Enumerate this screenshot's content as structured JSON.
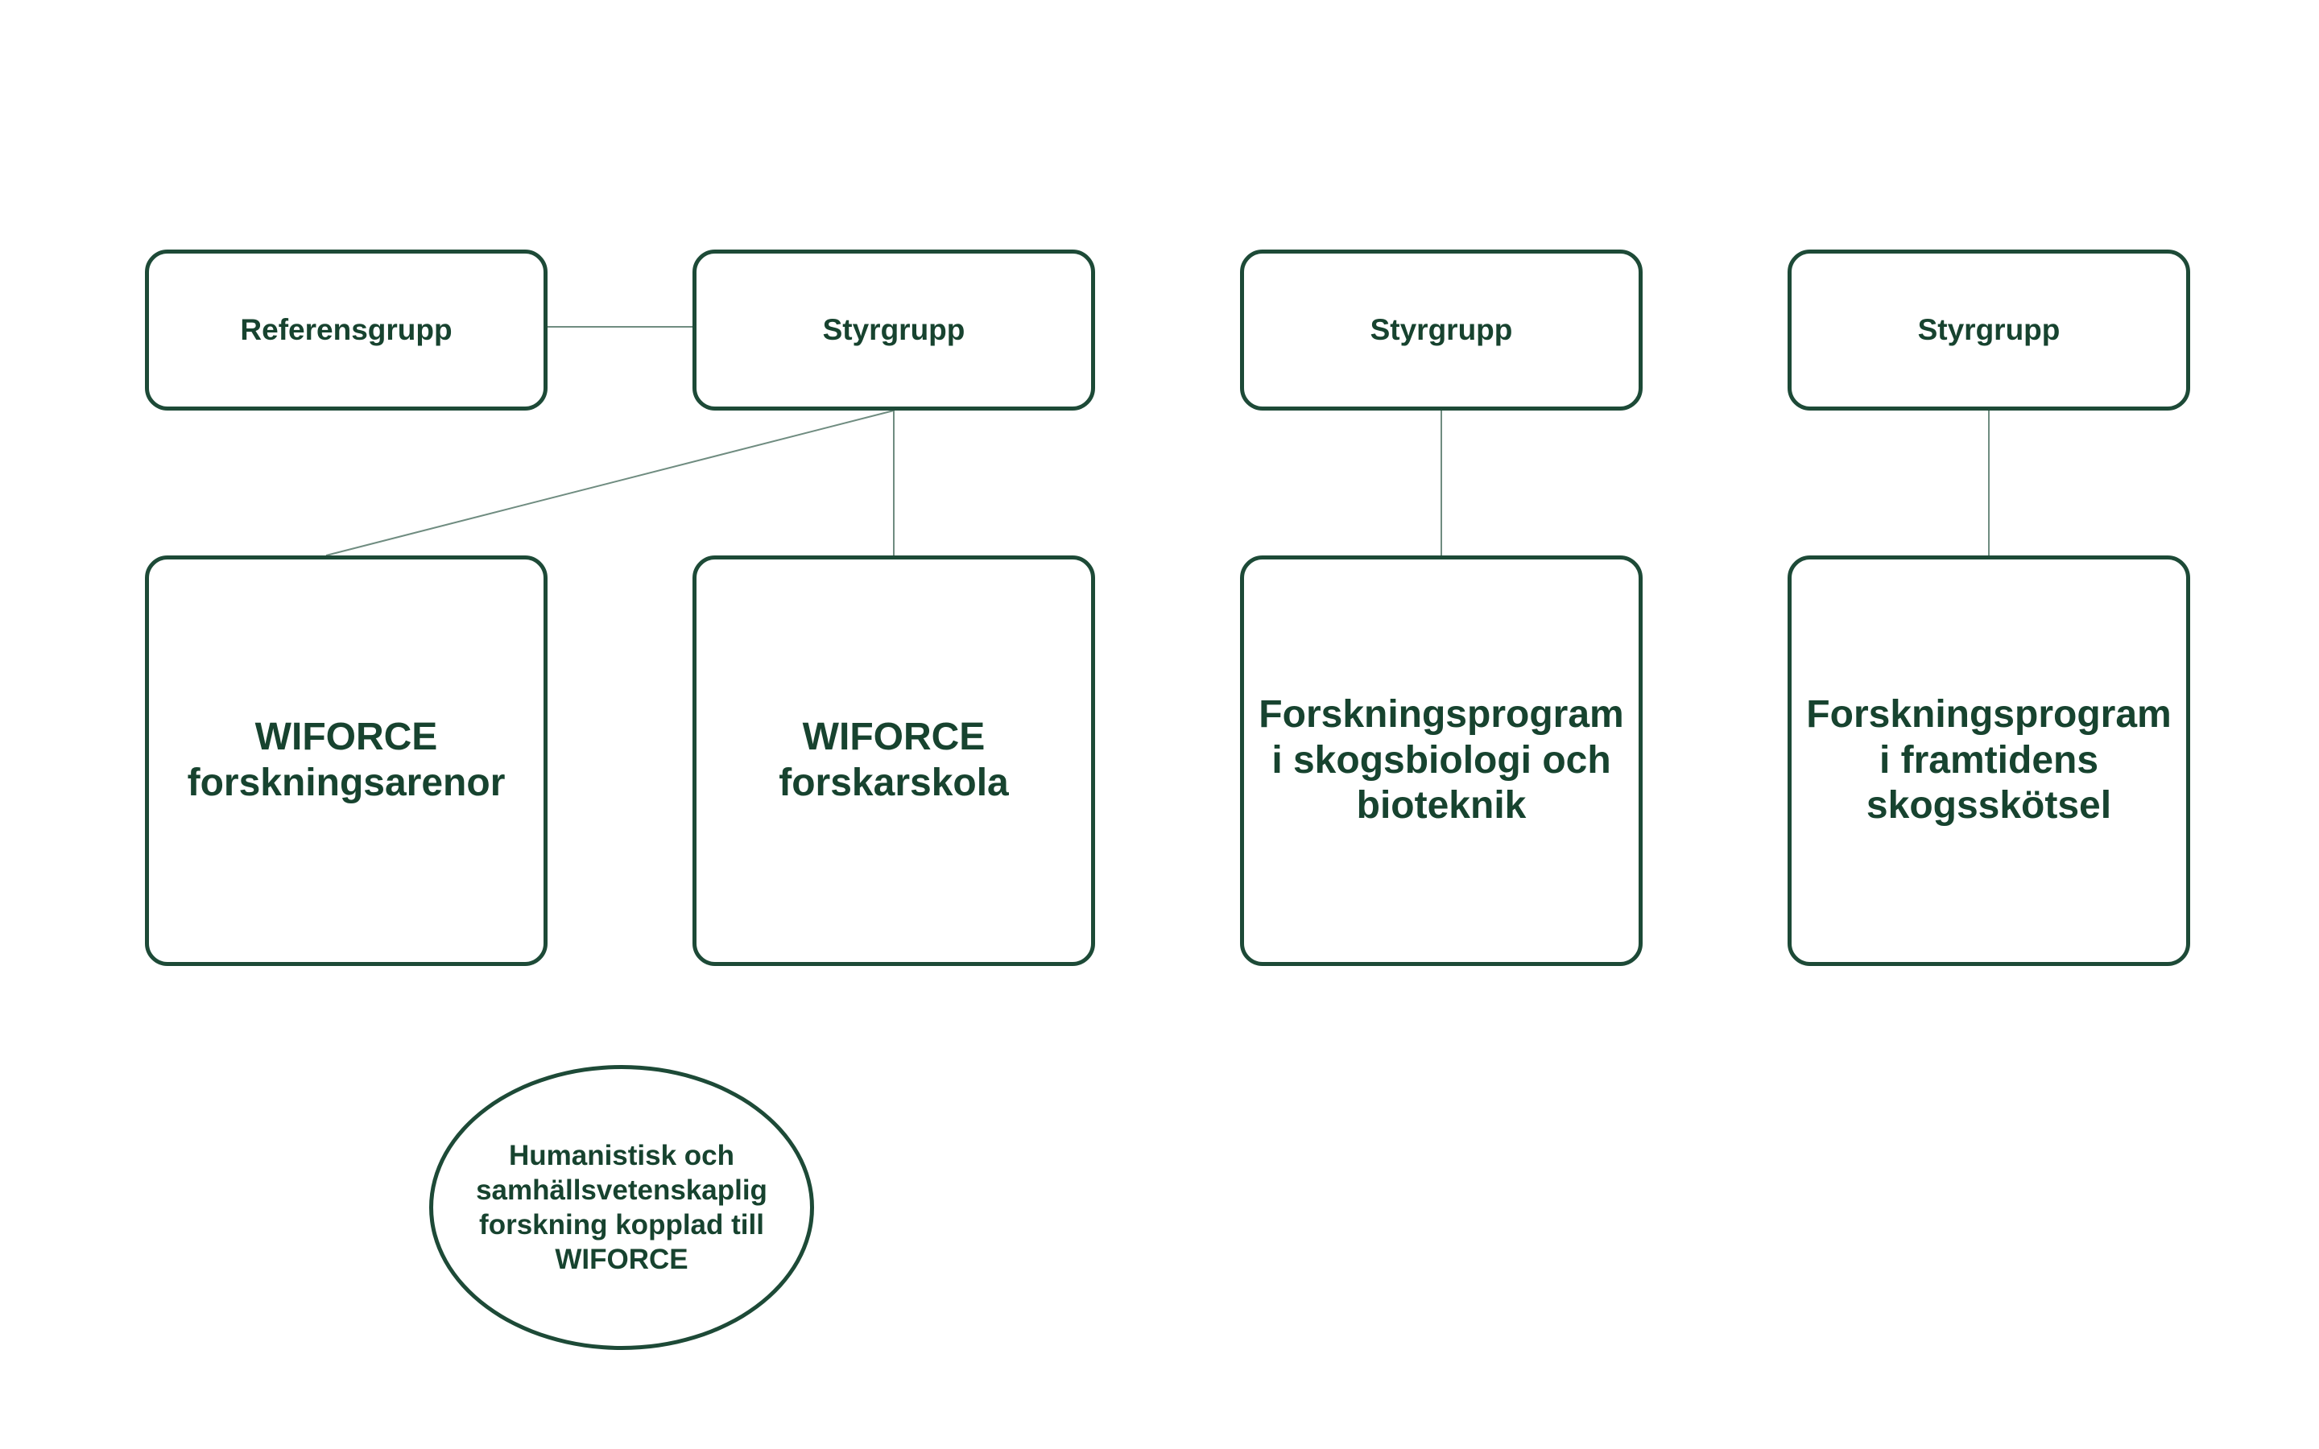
{
  "diagram": {
    "accent_color": "#1d4a37",
    "line_color": "#6f8c80",
    "top_row": [
      {
        "label": "Referensgrupp"
      },
      {
        "label": "Styrgrupp"
      },
      {
        "label": "Styrgrupp"
      },
      {
        "label": "Styrgrupp"
      }
    ],
    "bottom_row": [
      {
        "label": "WIFORCE\nforskningsarenor"
      },
      {
        "label": "WIFORCE\nforskarskola"
      },
      {
        "label": "Forskningsprogram\ni skogsbiologi och\nbioteknik"
      },
      {
        "label": "Forskningsprogram\ni framtidens\nskogsskötsel"
      }
    ],
    "ellipse": {
      "label": "Humanistisk och\nsamhällsvetenskaplig\nforskning kopplad till\nWIFORCE"
    }
  }
}
